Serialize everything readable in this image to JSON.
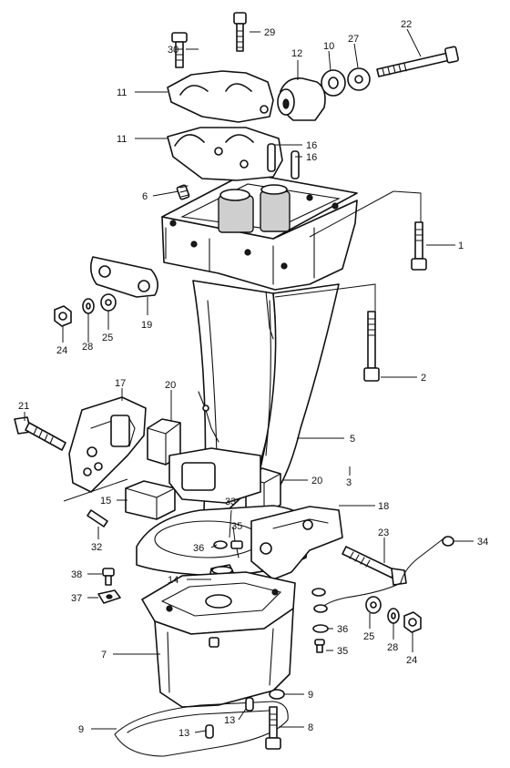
{
  "callouts": [
    {
      "id": "c1",
      "text": "1"
    },
    {
      "id": "c2",
      "text": "2"
    },
    {
      "id": "c3",
      "text": "3"
    },
    {
      "id": "c5",
      "text": "5"
    },
    {
      "id": "c6",
      "text": "6"
    },
    {
      "id": "c7",
      "text": "7"
    },
    {
      "id": "c8",
      "text": "8"
    },
    {
      "id": "c9a",
      "text": "9"
    },
    {
      "id": "c9b",
      "text": "9"
    },
    {
      "id": "c10",
      "text": "10"
    },
    {
      "id": "c11a",
      "text": "11"
    },
    {
      "id": "c11b",
      "text": "11"
    },
    {
      "id": "c12",
      "text": "12"
    },
    {
      "id": "c13a",
      "text": "13"
    },
    {
      "id": "c13b",
      "text": "13"
    },
    {
      "id": "c14",
      "text": "14"
    },
    {
      "id": "c15",
      "text": "15"
    },
    {
      "id": "c16a",
      "text": "16"
    },
    {
      "id": "c16b",
      "text": "16"
    },
    {
      "id": "c17",
      "text": "17"
    },
    {
      "id": "c18",
      "text": "18"
    },
    {
      "id": "c19",
      "text": "19"
    },
    {
      "id": "c20a",
      "text": "20"
    },
    {
      "id": "c20b",
      "text": "20"
    },
    {
      "id": "c21",
      "text": "21"
    },
    {
      "id": "c22",
      "text": "22"
    },
    {
      "id": "c23",
      "text": "23"
    },
    {
      "id": "c24a",
      "text": "24"
    },
    {
      "id": "c24b",
      "text": "24"
    },
    {
      "id": "c25a",
      "text": "25"
    },
    {
      "id": "c25b",
      "text": "25"
    },
    {
      "id": "c27",
      "text": "27"
    },
    {
      "id": "c28a",
      "text": "28"
    },
    {
      "id": "c28b",
      "text": "28"
    },
    {
      "id": "c29",
      "text": "29"
    },
    {
      "id": "c30",
      "text": "30"
    },
    {
      "id": "c32",
      "text": "32"
    },
    {
      "id": "c33",
      "text": "33"
    },
    {
      "id": "c34",
      "text": "34"
    },
    {
      "id": "c35a",
      "text": "35"
    },
    {
      "id": "c35b",
      "text": "35"
    },
    {
      "id": "c36a",
      "text": "36"
    },
    {
      "id": "c36b",
      "text": "36"
    },
    {
      "id": "c37",
      "text": "37"
    },
    {
      "id": "c38",
      "text": "38"
    }
  ]
}
